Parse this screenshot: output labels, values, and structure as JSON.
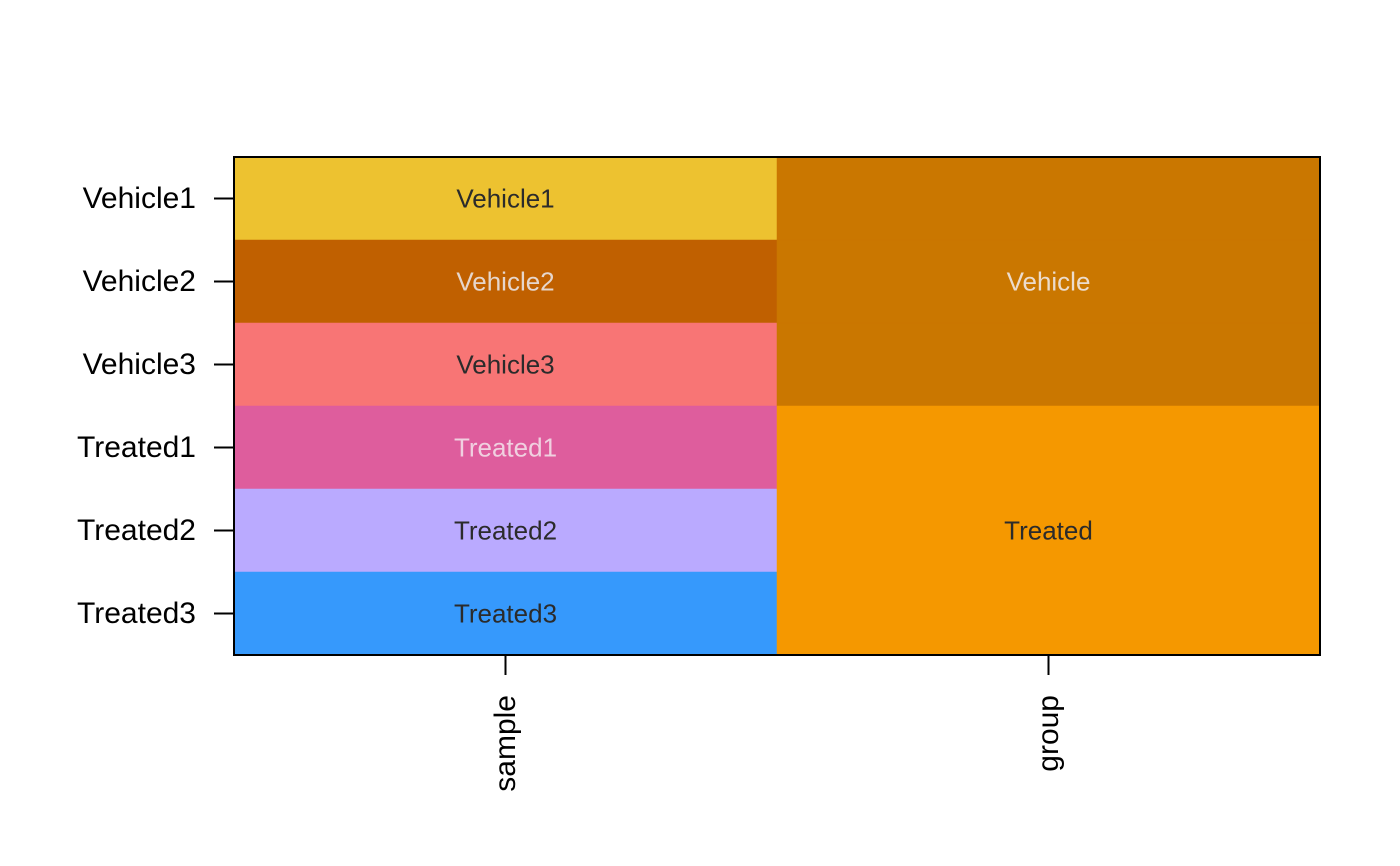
{
  "chart_data": {
    "type": "heatmap",
    "title": "",
    "rows": [
      "Vehicle1",
      "Vehicle2",
      "Vehicle3",
      "Treated1",
      "Treated2",
      "Treated3"
    ],
    "columns": [
      "sample",
      "group"
    ],
    "cells": [
      {
        "column": "sample",
        "blocks": [
          {
            "label": "Vehicle1",
            "rows": [
              "Vehicle1"
            ],
            "fill": "#EDC230",
            "text_color": "#2b2b2b"
          },
          {
            "label": "Vehicle2",
            "rows": [
              "Vehicle2"
            ],
            "fill": "#C06000",
            "text_color": "#e6d6cc"
          },
          {
            "label": "Vehicle3",
            "rows": [
              "Vehicle3"
            ],
            "fill": "#F87575",
            "text_color": "#2b2b2b"
          },
          {
            "label": "Treated1",
            "rows": [
              "Treated1"
            ],
            "fill": "#DE5D9D",
            "text_color": "#f0d0e0"
          },
          {
            "label": "Treated2",
            "rows": [
              "Treated2"
            ],
            "fill": "#BAAAFF",
            "text_color": "#2b2b2b"
          },
          {
            "label": "Treated3",
            "rows": [
              "Treated3"
            ],
            "fill": "#3699FC",
            "text_color": "#2b2b2b"
          }
        ]
      },
      {
        "column": "group",
        "blocks": [
          {
            "label": "Vehicle",
            "rows": [
              "Vehicle1",
              "Vehicle2",
              "Vehicle3"
            ],
            "fill": "#CA7700",
            "text_color": "#ecdccc"
          },
          {
            "label": "Treated",
            "rows": [
              "Treated1",
              "Treated2",
              "Treated3"
            ],
            "fill": "#F59800",
            "text_color": "#2b2b2b"
          }
        ]
      }
    ],
    "grid": false,
    "legend": "none"
  }
}
